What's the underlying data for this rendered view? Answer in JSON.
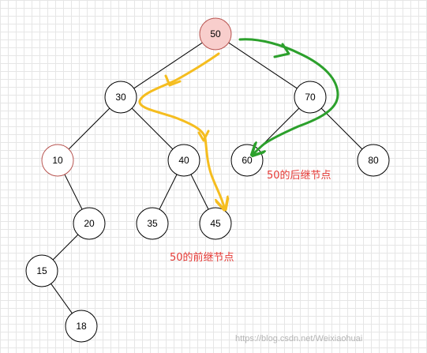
{
  "nodes": [
    {
      "id": "n50",
      "label": "50",
      "fill": "#f8cecc",
      "stroke": "#b85450"
    },
    {
      "id": "n30",
      "label": "30",
      "fill": "#ffffff",
      "stroke": "#000000"
    },
    {
      "id": "n70",
      "label": "70",
      "fill": "#ffffff",
      "stroke": "#000000"
    },
    {
      "id": "n10",
      "label": "10",
      "fill": "#ffffff",
      "stroke": "#b85450"
    },
    {
      "id": "n40",
      "label": "40",
      "fill": "#ffffff",
      "stroke": "#000000"
    },
    {
      "id": "n60",
      "label": "60",
      "fill": "#ffffff",
      "stroke": "#000000"
    },
    {
      "id": "n80",
      "label": "80",
      "fill": "#ffffff",
      "stroke": "#000000"
    },
    {
      "id": "n20",
      "label": "20",
      "fill": "#ffffff",
      "stroke": "#000000"
    },
    {
      "id": "n35",
      "label": "35",
      "fill": "#ffffff",
      "stroke": "#000000"
    },
    {
      "id": "n45",
      "label": "45",
      "fill": "#ffffff",
      "stroke": "#000000"
    },
    {
      "id": "n15",
      "label": "15",
      "fill": "#ffffff",
      "stroke": "#000000"
    },
    {
      "id": "n18",
      "label": "18",
      "fill": "#ffffff",
      "stroke": "#000000"
    }
  ],
  "edges": [
    [
      "n50",
      "n30"
    ],
    [
      "n50",
      "n70"
    ],
    [
      "n30",
      "n10"
    ],
    [
      "n30",
      "n40"
    ],
    [
      "n70",
      "n60"
    ],
    [
      "n70",
      "n80"
    ],
    [
      "n10",
      "n20"
    ],
    [
      "n40",
      "n35"
    ],
    [
      "n40",
      "n45"
    ],
    [
      "n20",
      "n15"
    ],
    [
      "n15",
      "n18"
    ]
  ],
  "annotations": {
    "successor": "50的后继节点",
    "predecessor": "50的前继节点"
  },
  "colors": {
    "predecessor_arrow": "#f5bd1f",
    "successor_arrow": "#2ca02c",
    "annotation_text": "#e53935"
  },
  "watermark": "https://blog.csdn.net/Weixiaohuai"
}
